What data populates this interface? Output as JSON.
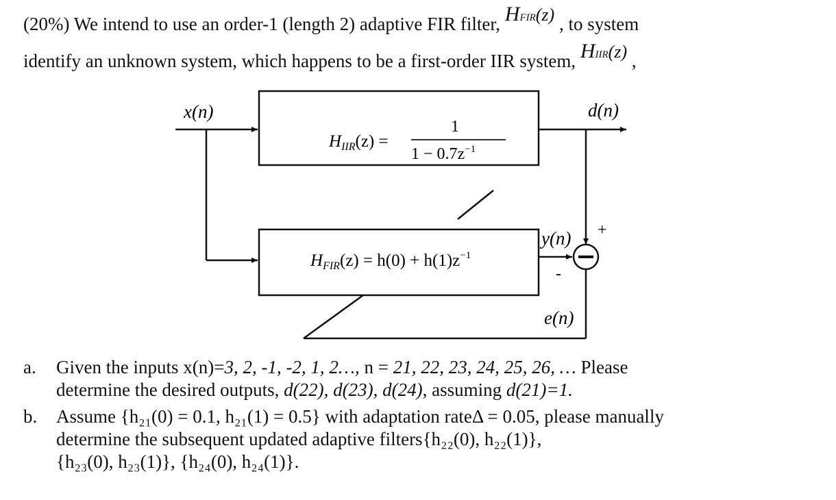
{
  "intro": {
    "line1_pre": "(20%) We intend to use an order-1 (length 2) adaptive FIR filter,",
    "hfir_H": "H",
    "hfir_sub": "FIR",
    "hfir_arg": "(z)",
    "line1_post": ", to system",
    "line2_pre": "identify an unknown system, which happens to be a first-order IIR system,",
    "hiir_H": "H",
    "hiir_sub": "IIR",
    "hiir_arg": "(z)",
    "line2_post": ","
  },
  "diagram": {
    "x_label": "x(n)",
    "d_label": "d(n)",
    "y_label": "y(n)",
    "e_label": "e(n)",
    "plus": "+",
    "minus": "-",
    "iir_lhs_H": "H",
    "iir_lhs_sub": "IIR",
    "iir_lhs_arg": "(z) =",
    "iir_num": "1",
    "iir_den": "1 − 0.7z",
    "iir_den_exp": "−1",
    "fir_H": "H",
    "fir_sub": "FIR",
    "fir_rhs": "(z) = h(0) + h(1)z",
    "fir_exp": "−1"
  },
  "questions": {
    "a_label": "a.",
    "a_line1_pre": "Given the inputs x(n)=",
    "a_line1_seq": "3, 2, -1, -2, 1, 2…,",
    "a_line1_mid": " n = ",
    "a_line1_n": "21, 22, 23, 24, 25, 26, …",
    "a_line1_post": " Please",
    "a_line2_pre": "determine the desired outputs, ",
    "a_line2_vals": "d(22), d(23), d(24),",
    "a_line2_mid": " assuming ",
    "a_line2_cond": "d(21)=1.",
    "b_label": "b.",
    "b_line1": "Assume {h₂₁(0) = 0.1, h₂₁(1) = 0.5} with adaptation rateΔ = 0.05, please manually",
    "b_line2": "determine the subsequent updated adaptive filters{h₂₂(0), h₂₂(1)},",
    "b_line3": "{h₂₃(0), h₂₃(1)}, {h₂₄(0), h₂₄(1)}."
  }
}
